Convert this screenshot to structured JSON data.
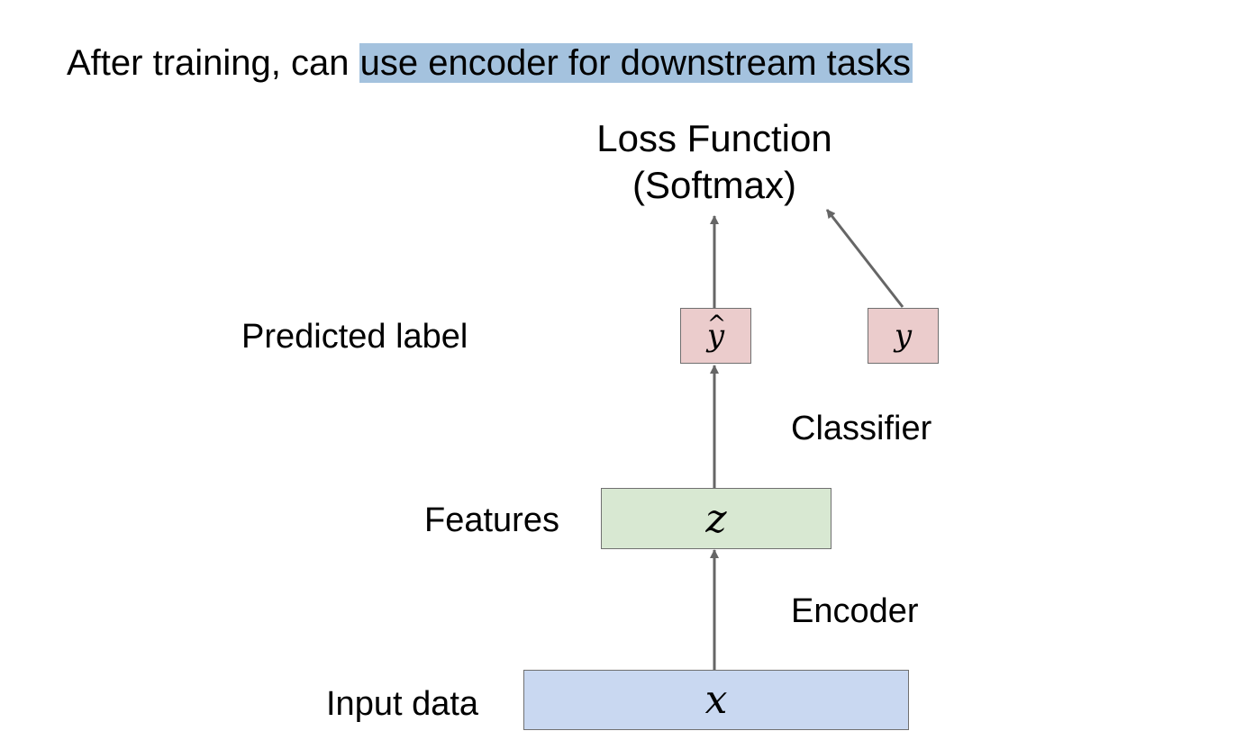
{
  "heading": {
    "prefix": "After training, can ",
    "highlighted": "use encoder for downstream tasks"
  },
  "loss_function": {
    "line1": "Loss Function",
    "line2": "(Softmax)"
  },
  "labels": {
    "predicted_label": "Predicted label",
    "classifier": "Classifier",
    "features": "Features",
    "encoder": "Encoder",
    "input_data": "Input data"
  },
  "boxes": {
    "y_hat": "y",
    "y_hat_accent": "^",
    "y": "y",
    "z": "z",
    "x": "x"
  },
  "colors": {
    "highlight": "#a4c2de",
    "label_box": "#ebcccc",
    "feature_box": "#d8e8d2",
    "input_box": "#c9d8f1",
    "arrow": "#666666"
  }
}
